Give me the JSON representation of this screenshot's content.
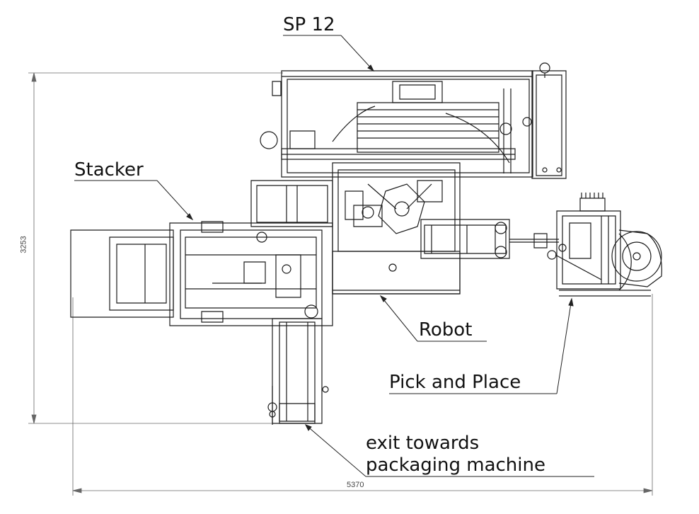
{
  "callouts": {
    "sp12": "SP 12",
    "stacker": "Stacker",
    "robot": "Robot",
    "pick_and_place": "Pick and Place",
    "exit_line1": "exit towards",
    "exit_line2": "packaging machine"
  },
  "dimensions": {
    "height": "3253",
    "width": "5370"
  },
  "colors": {
    "line": "#1a1a1a",
    "dimension": "#555555",
    "background": "#ffffff"
  }
}
